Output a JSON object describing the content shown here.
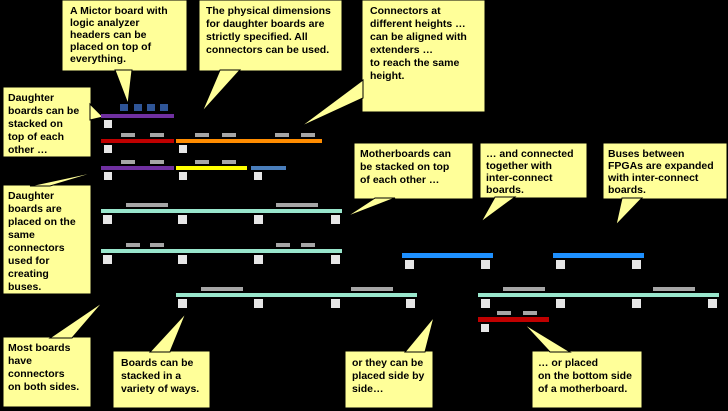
{
  "colors": {
    "background": "#000000",
    "callout_fill": "#FFFF99",
    "board_mint": "#99E6CC",
    "board_blue": "#1E90FF",
    "board_red": "#CC0000",
    "board_orange": "#FF8C00",
    "board_purple": "#6A0DAD",
    "board_yellow": "#FFFF00",
    "board_steel": "#4A7EBB",
    "connector_gray": "#A6A6A6",
    "connector_white": "#E6E6E6",
    "mictor_blue": "#2F5597"
  },
  "callouts": {
    "mictor": [
      "A Mictor board with",
      "logic analyzer",
      "headers can be",
      "placed on top of",
      "everything."
    ],
    "dimensions": [
      "The physical dimensions",
      "for daughter boards are",
      "strictly specified.  All",
      "connectors  can be used."
    ],
    "heights": [
      "Connectors  at",
      "different heights  …",
      "",
      "can be aligned with",
      "extenders …",
      "",
      "to reach the same",
      "height."
    ],
    "daughter_stacked": [
      "Daughter",
      "boards can be",
      "stacked on",
      "top of each",
      "other …"
    ],
    "daughter_same": [
      "Daughter",
      "boards are",
      "placed on the",
      "same",
      "connectors",
      "used for",
      "creating",
      "buses."
    ],
    "mother_stacked": [
      "Motherboards  can",
      "be stacked  on top",
      "of each other …"
    ],
    "interconnect": [
      "… and connected",
      "together with",
      "inter-connect",
      "boards."
    ],
    "buses": [
      "Buses between",
      "FPGAs are expanded",
      "with inter-connect",
      "boards."
    ],
    "both_sides": [
      "Most boards",
      "have",
      "connectors",
      "on both sides."
    ],
    "variety": [
      "Boards can be",
      "stacked in a",
      "variety of ways."
    ],
    "side_by_side": [
      "or they can be",
      "placed side by",
      "side…"
    ],
    "bottom_side": [
      "… or placed",
      "on the bottom side",
      "of a motherboard."
    ]
  }
}
